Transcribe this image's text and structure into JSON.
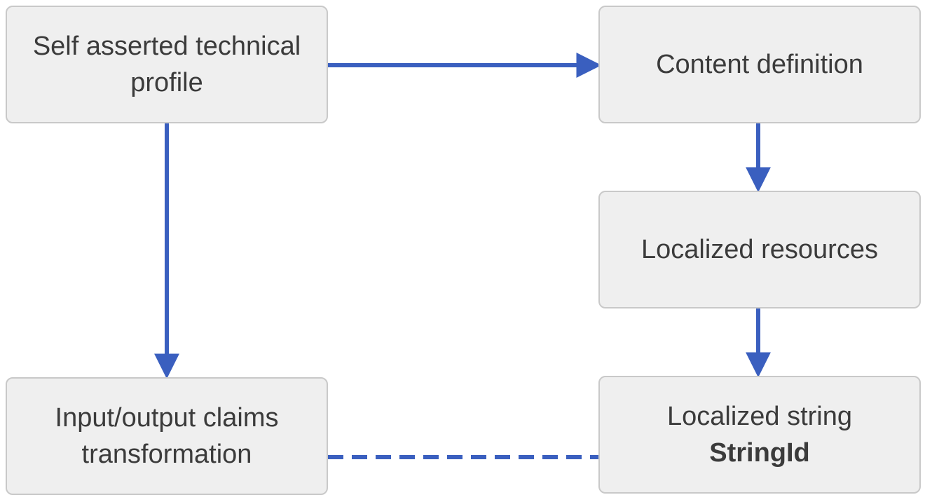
{
  "nodes": {
    "self_asserted": {
      "line1": "Self asserted technical",
      "line2": "profile"
    },
    "content_definition": {
      "line1": "Content definition"
    },
    "localized_resources": {
      "line1": "Localized resources"
    },
    "io_claims": {
      "line1": "Input/output claims",
      "line2": "transformation"
    },
    "localized_string": {
      "line1": "Localized string",
      "line2": "StringId"
    }
  },
  "colors": {
    "arrow": "#3a5fbf",
    "node_fill": "#efefef",
    "node_border": "#c9c9c9",
    "text": "#3b3b3b"
  }
}
